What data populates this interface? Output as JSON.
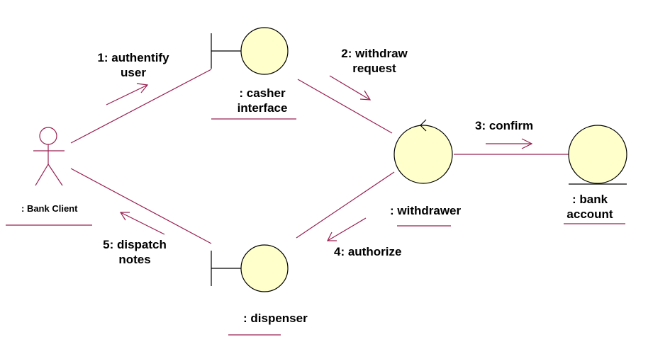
{
  "colors": {
    "background": "#ffffff",
    "line": "#99204f",
    "object_fill": "#ffffcc",
    "object_stroke": "#000000",
    "text": "#000000"
  },
  "objects": {
    "bank_client": {
      "name": ": Bank Client",
      "kind": "actor"
    },
    "casher_interface": {
      "line1": ": casher",
      "line2": "interface",
      "kind": "boundary"
    },
    "withdrawer": {
      "name": ": withdrawer",
      "kind": "control"
    },
    "bank_account": {
      "line1": ": bank",
      "line2": "account",
      "kind": "entity"
    },
    "dispenser": {
      "name": ": dispenser",
      "kind": "boundary"
    }
  },
  "messages": {
    "m1": {
      "line1": "1: authentify",
      "line2": "user"
    },
    "m2": {
      "line1": "2: withdraw",
      "line2": "request"
    },
    "m3": {
      "text": "3: confirm"
    },
    "m4": {
      "text": "4: authorize"
    },
    "m5": {
      "line1": "5: dispatch",
      "line2": "notes"
    }
  }
}
